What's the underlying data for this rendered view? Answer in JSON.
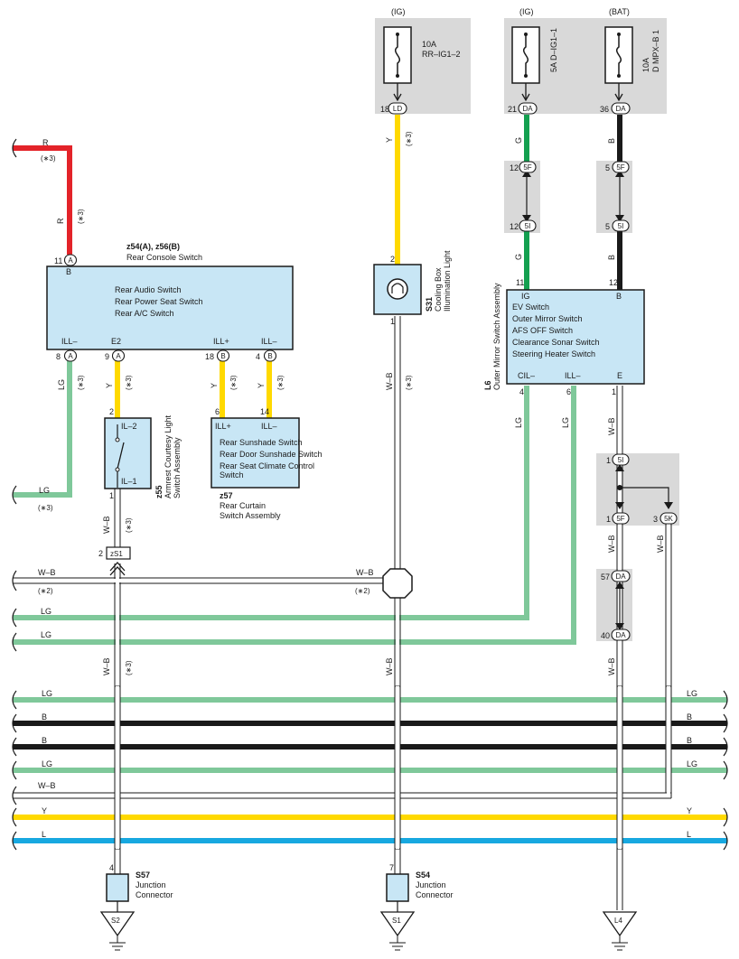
{
  "colors": {
    "R": "#e32329",
    "Y": "#ffd900",
    "LG": "#7fc89a",
    "G": "#14a050",
    "B": "#1a1a1a",
    "L": "#17a8e0",
    "W-B": "#ffffff",
    "component_fill": "#c8e6f5",
    "fuse_bg": "#d9d9d9"
  },
  "fuses": {
    "rr_ig1_2": {
      "source": "(IG)",
      "amps": "10A",
      "name": "RR–IG1–2"
    },
    "d_ig1_1": {
      "source": "(IG)",
      "label": "5A D–IG1–1"
    },
    "d_mpx_b1": {
      "source": "(BAT)",
      "amps": "10A",
      "name": "D MPX–B 1"
    }
  },
  "connectors": {
    "ld": "LD",
    "da": "DA",
    "f5": "5F",
    "i5": "5I",
    "k5": "5K",
    "zs1": "zS1"
  },
  "pins": {
    "p18": "18",
    "p21": "21",
    "p36": "36",
    "p12": "12",
    "p5": "5",
    "p11": "11",
    "p2": "2",
    "p1": "1",
    "p8": "8",
    "p9": "9",
    "p4": "4",
    "p6": "6",
    "p14": "14",
    "p3": "3",
    "p57": "57",
    "p40": "40",
    "p7": "7",
    "pA": "A",
    "pB": "B"
  },
  "wire_labels": {
    "R": "R",
    "Y": "Y",
    "LG": "LG",
    "G": "G",
    "B": "B",
    "WB": "W–B",
    "L": "L",
    "n3": "(∗3)",
    "n2": "(∗2)"
  },
  "rear_console": {
    "id": "z54(A), z56(B)",
    "name": "Rear Console Switch",
    "pin_b": "B",
    "items": [
      "Rear Audio Switch",
      "Rear Power Seat Switch",
      "Rear A/C Switch"
    ],
    "terms": [
      "ILL–",
      "E2",
      "ILL+",
      "ILL–"
    ]
  },
  "cooling_box": {
    "id": "S31",
    "name1": "Cooling Box",
    "name2": "Illumination Light"
  },
  "outer_mirror": {
    "id": "L6",
    "name": "Outer Mirror Switch Assembly",
    "top_terms": [
      "IG",
      "B"
    ],
    "items": [
      "EV Switch",
      "Outer Mirror Switch",
      "AFS OFF Switch",
      "Clearance Sonar Switch",
      "Steering Heater Switch"
    ],
    "bottom_terms": [
      "CIL–",
      "ILL–",
      "E"
    ]
  },
  "armrest": {
    "id": "z55",
    "name1": "Armrest Courtesy Light",
    "name2": "Switch Assembly",
    "il2": "IL–2",
    "il1": "IL–1"
  },
  "curtain": {
    "id": "z57",
    "name1": "Rear Curtain",
    "name2": "Switch Assembly",
    "terms": [
      "ILL+",
      "ILL–"
    ],
    "items": [
      "Rear Sunshade Switch",
      "Rear Door Sunshade Switch",
      "Rear Seat Climate Control",
      "Switch"
    ]
  },
  "junctions": {
    "s57": {
      "id": "S57",
      "l1": "Junction",
      "l2": "Connector"
    },
    "s54": {
      "id": "S54",
      "l1": "Junction",
      "l2": "Connector"
    }
  },
  "grounds": {
    "s2": "S2",
    "s1": "S1",
    "l4": "L4"
  }
}
